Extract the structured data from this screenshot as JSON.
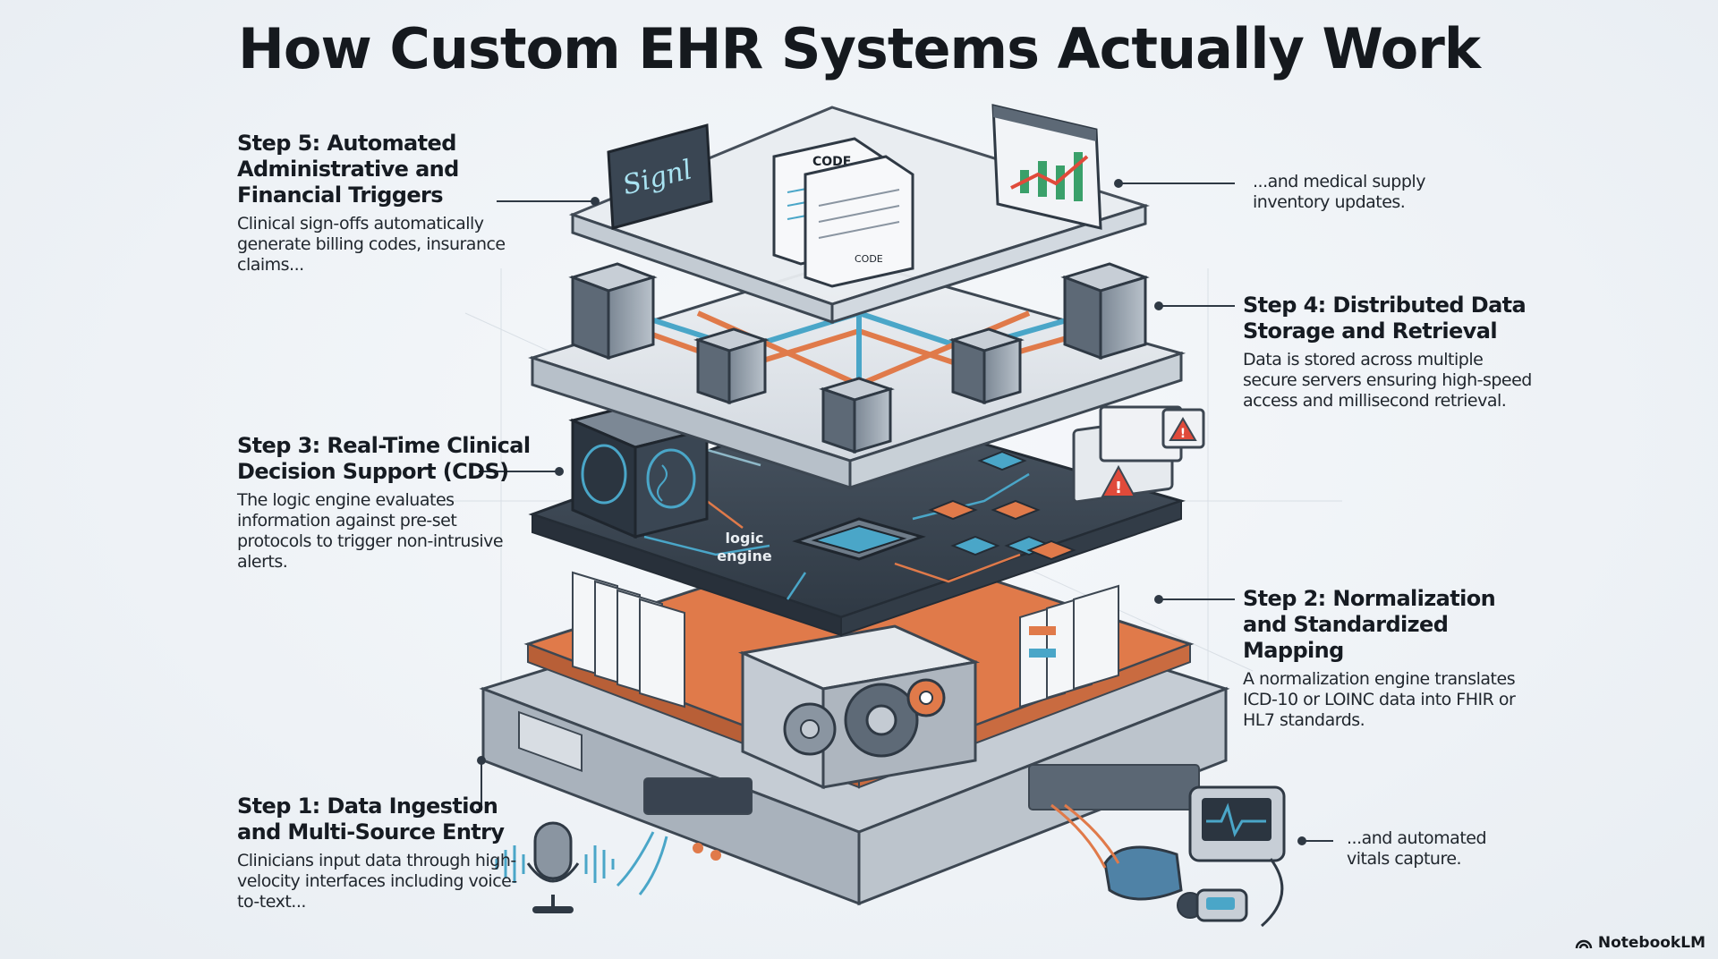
{
  "title": "How Custom EHR Systems Actually Work",
  "steps": [
    {
      "id": "step5",
      "heading": "Step 5: Automated Administrative and Financial Triggers",
      "body": "Clinical sign-offs automatically generate billing codes, insurance claims..."
    },
    {
      "id": "step4",
      "heading": "Step 4: Distributed Data Storage and Retrieval",
      "body": "Data is stored across multiple secure servers ensuring high-speed access and millisecond retrieval."
    },
    {
      "id": "step3",
      "heading": "Step 3: Real-Time Clinical Decision Support (CDS)",
      "body": "The logic engine evaluates information against pre-set protocols to trigger non-intrusive alerts."
    },
    {
      "id": "step2",
      "heading": "Step 2: Normalization and Standardized Mapping",
      "body": "A normalization engine translates ICD-10 or LOINC data into FHIR or HL7 standards."
    },
    {
      "id": "step1",
      "heading": "Step 1: Data Ingestion and Multi-Source Entry",
      "body": "Clinicians input data through high-velocity interfaces including voice-to-text..."
    }
  ],
  "notes": {
    "supply": "...and medical supply inventory updates.",
    "vitals": "...and automated vitals capture."
  },
  "labels": {
    "signature": "Signl",
    "code_top": "CODE",
    "code_bottom": "CODE",
    "logic_engine_1": "logic",
    "logic_engine_2": "engine"
  },
  "branding": "NotebookLM",
  "icons": [
    "microphone-icon",
    "sound-wave-icon",
    "vitals-monitor-icon",
    "blood-pressure-cuff-icon",
    "pulse-oximeter-icon",
    "server-icon",
    "brain-cube-icon",
    "cpu-chip-icon",
    "alert-icon",
    "gear-icon",
    "chart-icon",
    "document-icon",
    "notebooklm-icon"
  ],
  "colors": {
    "orange": "#e07a4a",
    "steel": "#3f4b59",
    "teal": "#4aa6c8",
    "light": "#dfe4ea"
  }
}
